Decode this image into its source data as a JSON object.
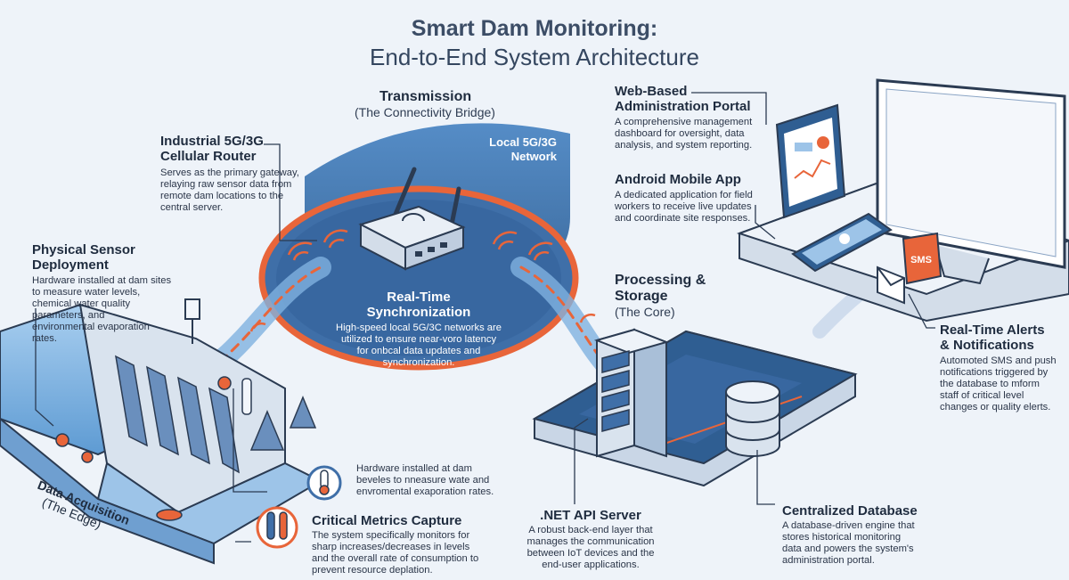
{
  "title": "Smart Dam Monitoring:",
  "subtitle": "End-to-End System Architecture",
  "transmission": {
    "heading": "Transmission",
    "subheading": "(The Connectivity Bridge)"
  },
  "router": {
    "heading_line1": "Industrial 5G/3G",
    "heading_line2": "Cellular Router",
    "description": [
      "Serves as the primary gateway,",
      "relaying raw sensor data from",
      "remote dam locations to the",
      "central server."
    ]
  },
  "network": {
    "label_line1": "Local 5G/3G",
    "label_line2": "Network"
  },
  "sync": {
    "heading_line1": "Real-Time",
    "heading_line2": "Synchronization",
    "description": [
      "High-speed local 5G/3C networks are",
      "utilized to ensure near-voro latency",
      "for onbcal data updates and",
      "synchronization."
    ]
  },
  "sensor": {
    "heading_line1": "Physical Sensor",
    "heading_line2": "Deployment",
    "description": [
      "Hardware installed at dam sites",
      "to measure water levels,",
      "chemical water quality",
      "parameters, and",
      "environmental evaporation",
      "rates."
    ]
  },
  "hardware_note": {
    "description": [
      "Hardware installed at dam",
      "beveles to nneasure wate and",
      "envromental exaporation rates."
    ]
  },
  "metrics": {
    "heading": "Critical Metrics Capture",
    "description": [
      "The system specifically monitors for",
      "sharp increases/decreases in levels",
      "and the overall rate of consumption to",
      "prevent resource deplation."
    ]
  },
  "edge": {
    "line1": "Data Acquisition",
    "line2": "(The Edge)"
  },
  "api": {
    "heading": ".NET API Server",
    "description": [
      "A robust back-end layer that",
      "manages the communication",
      "between IoT devices and the",
      "end-user applications."
    ]
  },
  "processing": {
    "heading_line1": "Processing &",
    "heading_line2": "Storage",
    "subheading": "(The Core)"
  },
  "database": {
    "heading": "Centralized Database",
    "description": [
      "A database-driven engine that",
      "stores historical monitoring",
      "data and powers the system's",
      "administration portal."
    ]
  },
  "portal": {
    "heading_line1": "Web-Based",
    "heading_line2": "Administration Portal",
    "description": [
      "A comprehensive management",
      "dashboard for oversight, data",
      "analysis, and system reporting."
    ]
  },
  "mobile": {
    "heading": "Android Mobile App",
    "description": [
      "A dedicated application for field",
      "workers to receive live updates",
      "and coordinate site responses."
    ]
  },
  "alerts": {
    "heading_line1": "Real-Time Alerts",
    "heading_line2": "& Notifications",
    "description": [
      "Automoted SMS and push",
      "notifications triggered by",
      "the database to mform",
      "staff of critical level",
      "changes or quality elerts."
    ],
    "badge": "SMS"
  },
  "colors": {
    "blue_dark": "#2f5e92",
    "blue_mid": "#4d87c4",
    "orange": "#e8653a",
    "line": "#2b3b52"
  }
}
